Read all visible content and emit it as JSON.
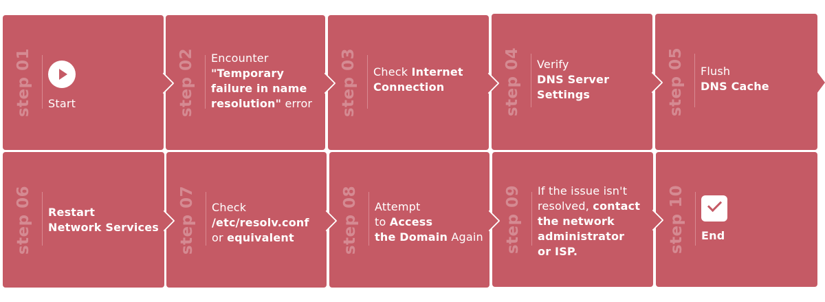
{
  "accent_color": "#c55a65",
  "steps": [
    {
      "label": "step 01",
      "icon": "play-icon",
      "lines": [
        [
          {
            "t": "Start",
            "b": false
          }
        ]
      ]
    },
    {
      "label": "step 02",
      "lines": [
        [
          {
            "t": "Encounter",
            "b": false
          }
        ],
        [
          {
            "t": "\"Temporary",
            "b": true
          }
        ],
        [
          {
            "t": "failure in name",
            "b": true
          }
        ],
        [
          {
            "t": "resolution\"",
            "b": true
          },
          {
            "t": " error",
            "b": false
          }
        ]
      ]
    },
    {
      "label": "step 03",
      "lines": [
        [
          {
            "t": "Check ",
            "b": false
          },
          {
            "t": "Internet",
            "b": true
          }
        ],
        [
          {
            "t": "Connection",
            "b": true
          }
        ]
      ]
    },
    {
      "label": "step 04",
      "lines": [
        [
          {
            "t": "Verify",
            "b": false
          }
        ],
        [
          {
            "t": "DNS Server",
            "b": true
          }
        ],
        [
          {
            "t": "Settings",
            "b": true
          }
        ]
      ]
    },
    {
      "label": "step 05",
      "lines": [
        [
          {
            "t": "Flush",
            "b": false
          }
        ],
        [
          {
            "t": "DNS Cache",
            "b": true
          }
        ]
      ]
    },
    {
      "label": "step 06",
      "lines": [
        [
          {
            "t": "Restart",
            "b": true
          }
        ],
        [
          {
            "t": "Network Services",
            "b": true
          }
        ]
      ]
    },
    {
      "label": "step 07",
      "lines": [
        [
          {
            "t": "Check",
            "b": false
          }
        ],
        [
          {
            "t": "/etc/resolv.conf",
            "b": true
          }
        ],
        [
          {
            "t": "or ",
            "b": false
          },
          {
            "t": "equivalent",
            "b": true
          }
        ]
      ]
    },
    {
      "label": "step 08",
      "lines": [
        [
          {
            "t": "Attempt",
            "b": false
          }
        ],
        [
          {
            "t": "to ",
            "b": false
          },
          {
            "t": "Access",
            "b": true
          }
        ],
        [
          {
            "t": "the Domain",
            "b": true
          },
          {
            "t": " Again",
            "b": false
          }
        ]
      ]
    },
    {
      "label": "step 09",
      "lines": [
        [
          {
            "t": "If the issue isn't",
            "b": false
          }
        ],
        [
          {
            "t": "resolved, ",
            "b": false
          },
          {
            "t": "contact",
            "b": true
          }
        ],
        [
          {
            "t": "the network",
            "b": true
          }
        ],
        [
          {
            "t": "administrator",
            "b": true
          }
        ],
        [
          {
            "t": "or ISP.",
            "b": true
          }
        ]
      ]
    },
    {
      "label": "step 10",
      "icon": "checkbox-icon",
      "lines": [
        [
          {
            "t": "End",
            "b": true
          }
        ]
      ]
    }
  ]
}
